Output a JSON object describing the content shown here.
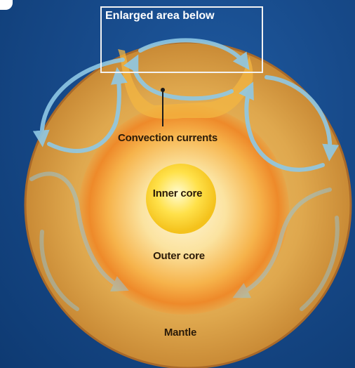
{
  "callout": {
    "title": "Enlarged area below"
  },
  "labels": {
    "convection": "Convection currents",
    "inner_core": "Inner core",
    "outer_core": "Outer core",
    "mantle": "Mantle"
  },
  "colors": {
    "background": "#174a8a",
    "mantle": "#d9a447",
    "outer_core": "#f08a1e",
    "inner_core": "#ffe04a",
    "arrows": "#8fc9e6"
  }
}
